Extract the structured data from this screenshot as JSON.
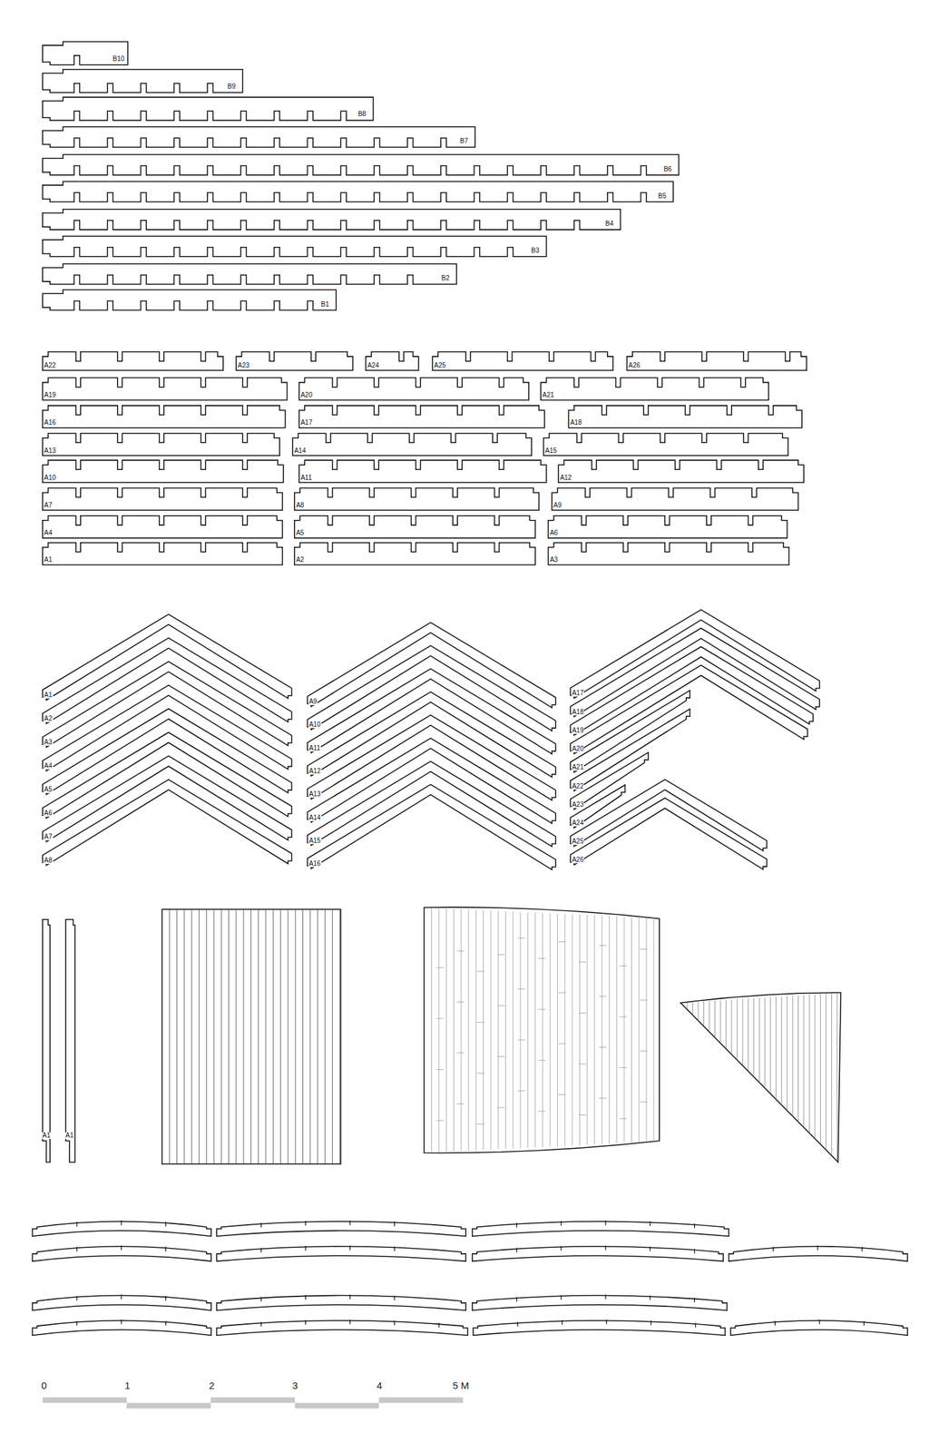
{
  "diagram": {
    "labels": [
      "B10",
      "B9",
      "B8",
      "B7",
      "B6",
      "B5",
      "B4",
      "B3",
      "B2",
      "B1",
      "A22",
      "A23",
      "A24",
      "A25",
      "A26",
      "A19",
      "A20",
      "A21",
      "A16",
      "A17",
      "A18",
      "A13",
      "A14",
      "A15",
      "A10",
      "A11",
      "A12",
      "A7",
      "A8",
      "A9",
      "A4",
      "A5",
      "A6",
      "A1",
      "A2",
      "A3",
      "A1",
      "A2",
      "A3",
      "A4",
      "A5",
      "A6",
      "A7",
      "A8",
      "A9",
      "A10",
      "A11",
      "A12",
      "A13",
      "A14",
      "A15",
      "A16",
      "A17",
      "A18",
      "A19",
      "A20",
      "A21",
      "A22",
      "A23",
      "A24",
      "A25",
      "A26",
      "A1",
      "A1",
      "0",
      "1",
      "2",
      "3",
      "4",
      "5 M"
    ]
  }
}
